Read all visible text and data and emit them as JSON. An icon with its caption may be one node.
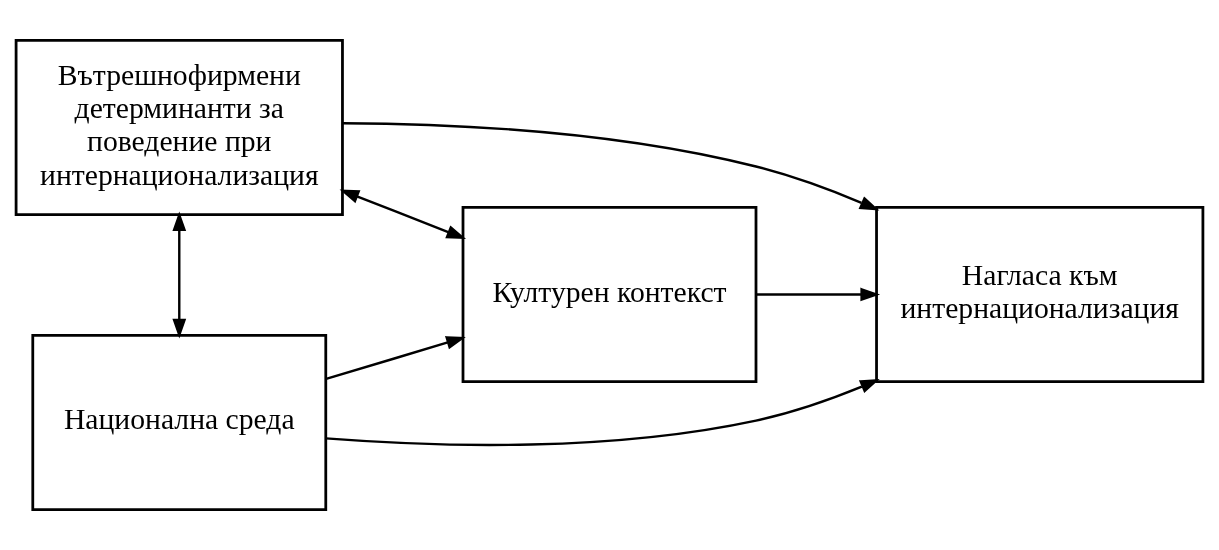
{
  "diagram": {
    "nodes": [
      {
        "text": [
          "Вътрешнофирмени детерминанти за поведение при интернационализация"
        ]
      },
      {
        "text": [
          "Културен контекст"
        ]
      },
      {
        "text": [
          "Нагласа към интернационализация"
        ]
      },
      {
        "text": [
          "Национална среда"
        ]
      }
    ],
    "edges": [
      {
        "from": 0,
        "to": 2,
        "arrow": "to"
      },
      {
        "from": 0,
        "to": 1,
        "arrow": "both"
      },
      {
        "from": 0,
        "to": 3,
        "arrow": "both"
      },
      {
        "from": 3,
        "to": 1,
        "arrow": "to"
      },
      {
        "from": 1,
        "to": 2,
        "arrow": "to"
      },
      {
        "from": 3,
        "to": 2,
        "arrow": "to"
      }
    ]
  }
}
